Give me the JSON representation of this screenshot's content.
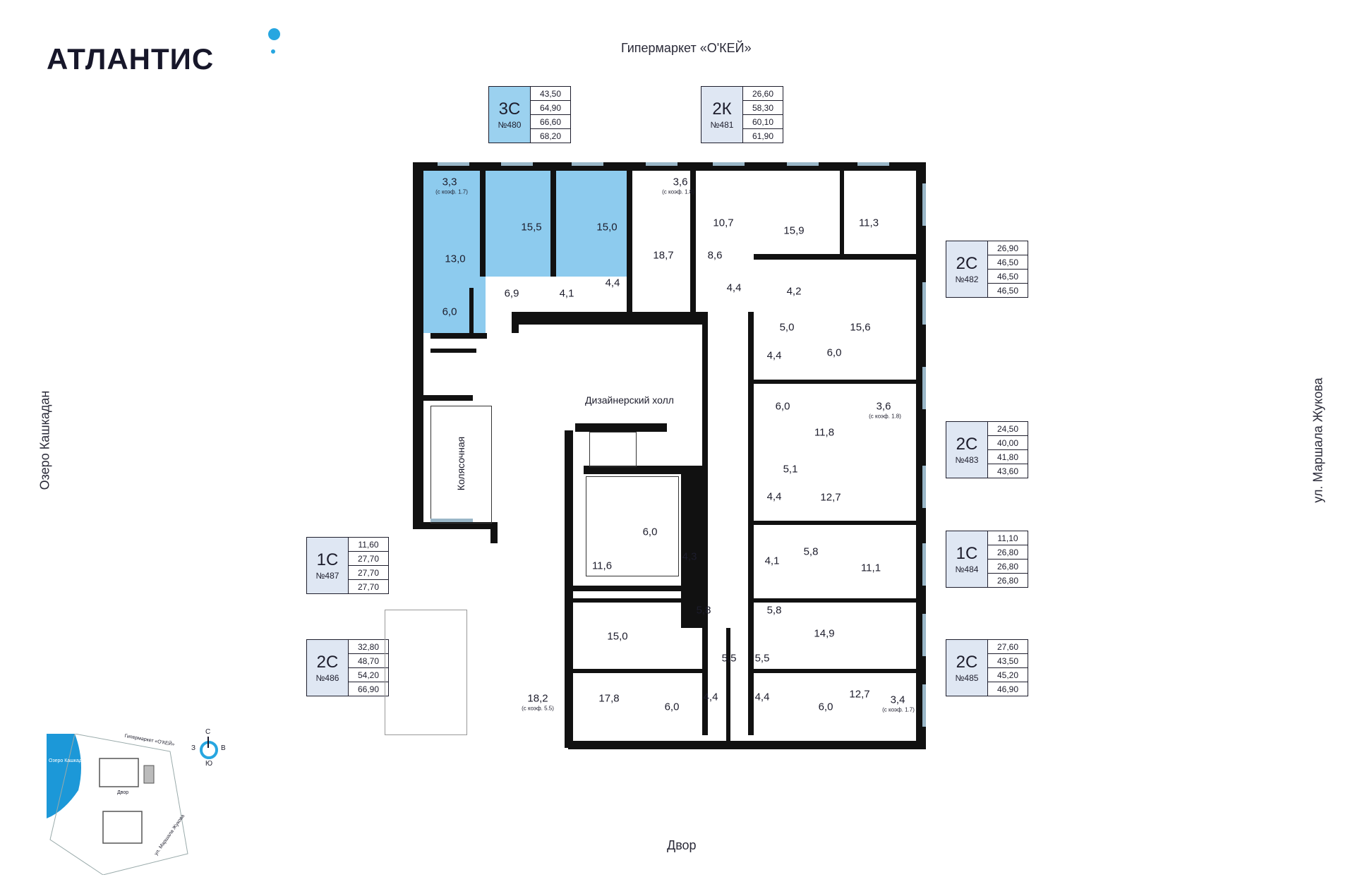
{
  "brand": {
    "name": "АТЛАНТИС"
  },
  "directions": {
    "top": "Гипермаркет «О'КЕЙ»",
    "bottom": "Двор",
    "left": "Озеро Кашкадан",
    "right": "ул. Маршала Жукова"
  },
  "apartments": [
    {
      "code": "3С",
      "number": "№480",
      "areas": [
        "43,50",
        "64,90",
        "66,60",
        "68,20"
      ],
      "selected": true
    },
    {
      "code": "2К",
      "number": "№481",
      "areas": [
        "26,60",
        "58,30",
        "60,10",
        "61,90"
      ],
      "selected": false
    },
    {
      "code": "2С",
      "number": "№482",
      "areas": [
        "26,90",
        "46,50",
        "46,50",
        "46,50"
      ],
      "selected": false
    },
    {
      "code": "2С",
      "number": "№483",
      "areas": [
        "24,50",
        "40,00",
        "41,80",
        "43,60"
      ],
      "selected": false
    },
    {
      "code": "1С",
      "number": "№484",
      "areas": [
        "11,10",
        "26,80",
        "26,80",
        "26,80"
      ],
      "selected": false
    },
    {
      "code": "2С",
      "number": "№485",
      "areas": [
        "27,60",
        "43,50",
        "45,20",
        "46,90"
      ],
      "selected": false
    },
    {
      "code": "2С",
      "number": "№486",
      "areas": [
        "32,80",
        "48,70",
        "54,20",
        "66,90"
      ],
      "selected": false
    },
    {
      "code": "1С",
      "number": "№487",
      "areas": [
        "11,60",
        "27,70",
        "27,70",
        "27,70"
      ],
      "selected": false
    }
  ],
  "plan": {
    "hall_label": "Дизайнерский холл",
    "stroller_label": "Колясочная",
    "balcony_note": "(с коэф. 1.7)",
    "balcony_note_18": "(с коэф. 1.8)",
    "terrace_note": "(с коэф. 5.5)",
    "balcony_note_17b": "(с коэф. 1.7)",
    "rooms": {
      "r480_bal": "3,3",
      "r480_liv": "13,0",
      "r480_kit": "6,0",
      "r480_b1": "15,5",
      "r480_b2": "15,0",
      "r480_hall": "6,9",
      "r480_wc1": "4,1",
      "r480_wc2": "4,4",
      "r481_bal": "3,6",
      "r481_liv": "18,7",
      "r481_hall": "8,6",
      "r481_b": "10,7",
      "r481_wc": "4,4",
      "r482_b1": "15,9",
      "r482_b2": "11,3",
      "r482_wc": "4,2",
      "r482_hall": "5,0",
      "r482_liv": "15,6",
      "r483_wc": "4,4",
      "r483_kit": "6,0",
      "r483_hall": "6,0",
      "r483_liv": "11,8",
      "r483_bal": "3,6",
      "r483_cor": "5,1",
      "r483_wc2": "4,4",
      "r483_b": "12,7",
      "r484_wc": "4,1",
      "r484_kit": "5,8",
      "r484_b": "11,1",
      "r485_hall": "5,8",
      "r485_b": "14,9",
      "r485_cor": "5,5",
      "r485_wc": "4,4",
      "r485_kit": "6,0",
      "r485_liv": "12,7",
      "r485_bal": "3,4",
      "r486_hall": "5,8",
      "r486_b": "15,0",
      "r486_cor": "5,5",
      "r486_wc": "4,4",
      "r486_kit": "6,0",
      "r486_liv": "17,8",
      "r486_ter": "18,2",
      "r487_b": "11,6",
      "r487_kit": "6,0",
      "r487_wc": "4,3"
    }
  },
  "minimap": {
    "lake": "Озеро Кашкадан",
    "store": "Гипермаркет «О'КЕЙ»",
    "yard": "Двор",
    "street": "ул. Маршала Жукова",
    "compass": {
      "n": "С",
      "s": "Ю",
      "w": "З",
      "e": "В"
    }
  },
  "colors": {
    "accent": "#27a6e0",
    "selected": "#8dcbee",
    "card_bg": "#dfe7f3",
    "wall": "#111111"
  }
}
